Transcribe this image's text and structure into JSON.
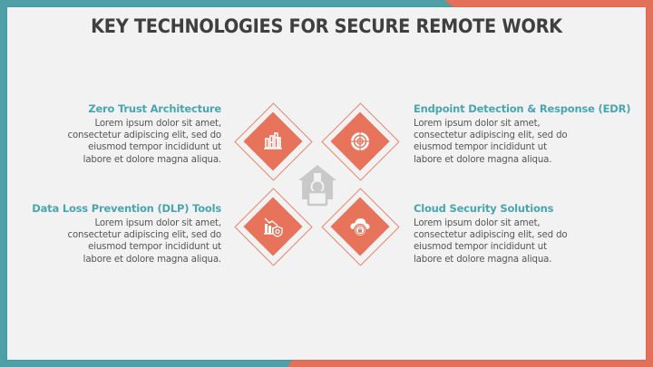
{
  "slide": {
    "title": "KEY TECHNOLOGIES FOR SECURE REMOTE WORK",
    "colors": {
      "teal": "#4f9fa6",
      "orange": "#e2705a",
      "diamond_fill": "#e8735b",
      "heading": "#4aa5b0",
      "body_text": "#555555",
      "background": "#f2f2f2",
      "center_icon": "#c8c8c8"
    },
    "center_icon": "home-user-icon",
    "items": [
      {
        "heading": "Zero Trust Architecture",
        "body": "Lorem ipsum dolor sit amet, consectetur adipiscing elit, sed do eiusmod tempor incididunt ut labore et dolore magna aliqua.",
        "lines": [
          "Lorem ipsum dolor sit amet,",
          "consectetur adipiscing elit, sed do",
          "eiusmod tempor incididunt ut",
          "labore et dolore magna aliqua."
        ],
        "icon": "buildings-chart-icon",
        "position": "top-left"
      },
      {
        "heading": "Endpoint Detection & Response (EDR)",
        "body": "Lorem ipsum dolor sit amet, consectetur adipiscing elit, sed do eiusmod tempor incididunt ut labore et dolore magna aliqua.",
        "lines": [
          "Lorem ipsum dolor sit amet,",
          "consectetur adipiscing elit, sed do",
          "eiusmod tempor incididunt ut",
          "labore et dolore magna aliqua."
        ],
        "icon": "radar-target-icon",
        "position": "top-right"
      },
      {
        "heading": "Data Loss Prevention (DLP) Tools",
        "body": "Lorem ipsum dolor sit amet, consectetur adipiscing elit, sed do eiusmod tempor incididunt ut labore et dolore magna aliqua.",
        "lines": [
          "Lorem ipsum dolor sit amet,",
          "consectetur adipiscing elit, sed do",
          "eiusmod tempor incididunt ut",
          "labore et dolore magna aliqua."
        ],
        "icon": "declining-chart-shield-icon",
        "position": "bottom-left"
      },
      {
        "heading": "Cloud Security Solutions",
        "body": "Lorem ipsum dolor sit amet, consectetur adipiscing elit, sed do eiusmod tempor incididunt ut labore et dolore magna aliqua.",
        "lines": [
          "Lorem ipsum dolor sit amet,",
          "consectetur adipiscing elit, sed do",
          "eiusmod tempor incididunt ut",
          "labore et dolore magna aliqua."
        ],
        "icon": "cloud-lock-icon",
        "position": "bottom-right"
      }
    ]
  }
}
